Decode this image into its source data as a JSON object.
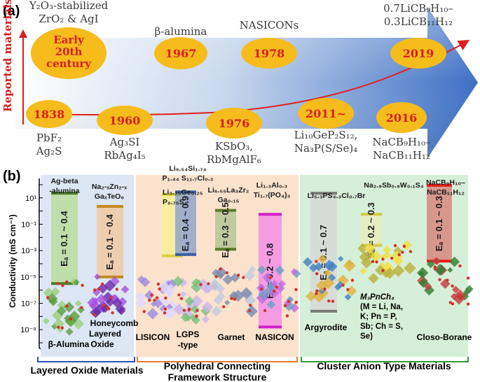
{
  "panel_a": {
    "label": "(a)",
    "y_label": "Reported materials",
    "milestones": [
      {
        "year": "1838",
        "materials": [
          "PbF₂",
          "Ag₂S"
        ]
      },
      {
        "year": "Early 20th century",
        "year_lines": [
          "Early",
          "20th",
          "century"
        ],
        "materials": [
          "Y₂O₃-stabilized",
          "ZrO₂ & AgI"
        ]
      },
      {
        "year": "1960",
        "materials": [
          "Ag₃SI",
          "RbAg₄I₅"
        ]
      },
      {
        "year": "1967",
        "materials": [
          "β-alumina"
        ]
      },
      {
        "year": "1976",
        "materials": [
          "KSbO₃,",
          "RbMgAlF₆"
        ]
      },
      {
        "year": "1978",
        "materials": [
          "NASICONs"
        ]
      },
      {
        "year": "2011~",
        "materials": [
          "Li₁₀GeP₂S₁₂,",
          "Na₃P(S/Se)₄"
        ]
      },
      {
        "year": "2016",
        "materials": [
          "NaCB₉H₁₀–",
          "NaCB₁₁H₁₂"
        ]
      },
      {
        "year": "2019",
        "materials": [
          "0.7LiCB₉H₁₀–",
          "0.3LiCB₁₁H₁₂"
        ]
      }
    ]
  },
  "panel_b": {
    "label": "(b)",
    "y_axis_label": "Conductivity (mS cm⁻¹)",
    "y_ticks": [
      "10¹",
      "10⁻¹",
      "10⁻³",
      "10⁻⁵",
      "10⁻⁷",
      "10⁻⁹"
    ],
    "groups": [
      {
        "name": "Layered Oxide Materials"
      },
      {
        "name_lines": [
          "Polyhedral Connecting",
          "Framework Structure"
        ]
      },
      {
        "name": "Cluster Anion Type Materials"
      }
    ],
    "bars": [
      {
        "material": "Ag-beta -alumina",
        "ea": "Eₐ = 0.1 ~ 0.4",
        "color": "#b9dc9c",
        "log_high": 1.3,
        "log_low": -5.5
      },
      {
        "material": "Na₂-ₓZn₂-ₓ GaₓTeO₆",
        "ea": "Eₐ = 0.1 ~ 0.4",
        "color": "#f2c9a2",
        "log_high": 0.3,
        "log_low": -5.0
      },
      {
        "material": "Li₃.₂₅Ge₀.₂₅ P₀.₇₅S₄",
        "ea": "",
        "color": "#f6f09a",
        "log_high": 1.2,
        "log_low": -3.4
      },
      {
        "material": "Li₉.₅₄Si₁.₇₄ P₁.₄₄ S₁₁.₇Cl₀.₃",
        "ea": "Eₐ = 0.4 ~ 0.9",
        "color": "#8fa4cc",
        "log_high": 1.4,
        "log_low": -3.3
      },
      {
        "material": "Li₆.₅₅La₃Zr₂ Ga₀.₁₅ O₁₂",
        "ea": "Eₐ = 0.3 ~ 0.5",
        "color": "#b6c496",
        "log_high": 0.0,
        "log_low": -2.9
      },
      {
        "material": "Li₁.₃Al₀.₃ Ti₁.₇(PO₄)₃",
        "ea": "Eₐ = 0.2 ~ 0.8",
        "color": "#f38fe6",
        "log_high": -0.3,
        "log_low": -8.8
      },
      {
        "material": "Li₅.₃PS₄.₃Cl₀.₇Br",
        "ea": "Eₐ = 0.1 ~ 0.7",
        "color": "#d8d8d8",
        "log_high": 1.3,
        "log_low": -7.6
      },
      {
        "material": "Na₂.₉Sb₀.₉W₀.₁S₄",
        "ea": "Eₐ = 0.2 ~ 0.3",
        "color": "#e7ecbf",
        "log_high": -0.3,
        "log_low": -2.6
      },
      {
        "material": "NaCB₉H₁₀– NaCB₁₁H₁₂",
        "ea": "Eₐ = 0.1 ~ 0.3",
        "color": "#d9877f",
        "log_high": 1.9,
        "log_low": -3.8
      }
    ],
    "structure_labels": {
      "beta_alumina": "β-Alumina",
      "honeycomb": [
        "Honeycomb",
        "Layered",
        "Oxide"
      ],
      "lisicon": "LISICON",
      "lgps": [
        "LGPS",
        "-type"
      ],
      "garnet": "Garnet",
      "nasicon": "NASICON",
      "argyrodite": "Argyrodite",
      "closo": "Closo-Borane",
      "m3pnch4": [
        "M₃PnCh₄",
        "(M = Li, Na,",
        "K; Pn = P,",
        "Sb; Ch = S,",
        "Se)"
      ]
    }
  }
}
